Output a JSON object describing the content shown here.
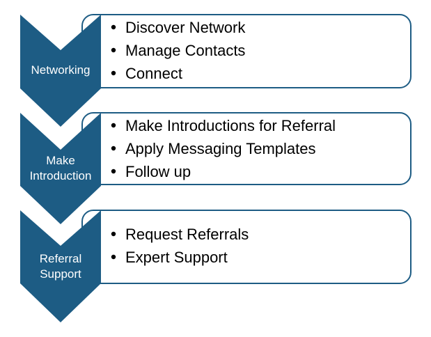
{
  "colors": {
    "chevron": "#1d5c84",
    "box_border": "#1d5c84",
    "text": "#000000",
    "chevron_text": "#ffffff"
  },
  "stages": [
    {
      "label_lines": [
        "Networking"
      ],
      "items": [
        "Discover Network",
        "Manage Contacts",
        "Connect"
      ]
    },
    {
      "label_lines": [
        "Make",
        "Introduction"
      ],
      "items": [
        "Make Introductions for Referral",
        "Apply Messaging Templates",
        "Follow up"
      ]
    },
    {
      "label_lines": [
        "Referral",
        "Support"
      ],
      "items": [
        "Request Referrals",
        "Expert Support"
      ]
    }
  ]
}
